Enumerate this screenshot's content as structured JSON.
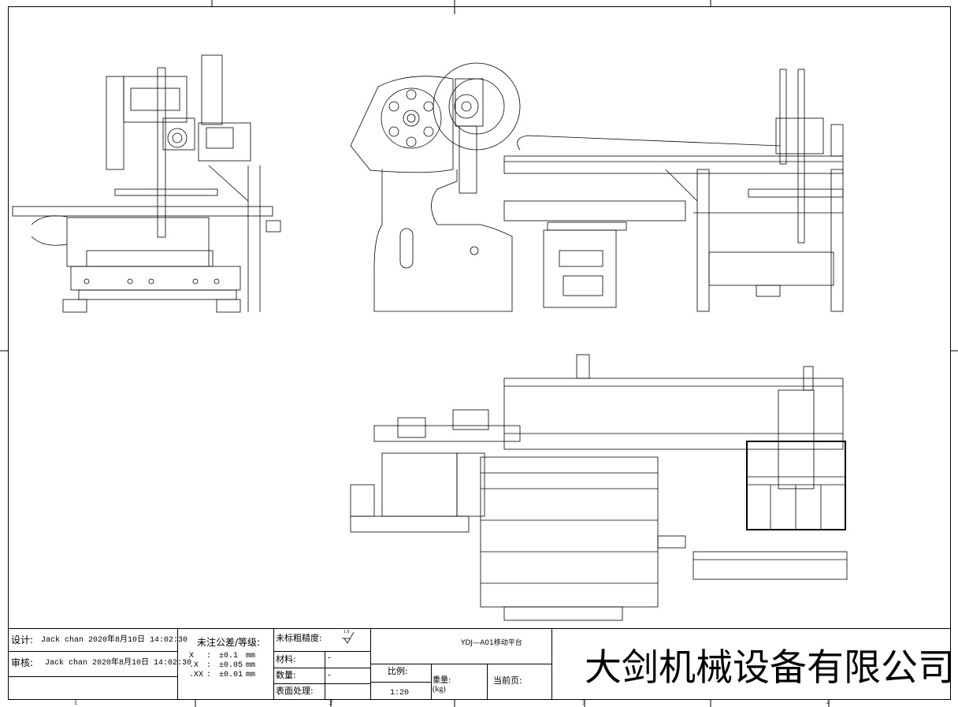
{
  "title_block": {
    "designer_label": "设计:",
    "designer_value": "Jack chan 2020年8月10日 14:02:30",
    "reviewer_label": "审核:",
    "reviewer_value": "Jack chan 2020年8月10日 14:02:30",
    "tolerance_title": "未注公差/等级:",
    "tolerances": [
      {
        "fmt": "X",
        "sep": ":",
        "val": "±0.1",
        "unit": "mm"
      },
      {
        "fmt": ".X",
        "sep": ":",
        "val": "±0.05",
        "unit": "mm"
      },
      {
        "fmt": ".XX",
        "sep": ":",
        "val": "±0.01",
        "unit": "mm"
      }
    ],
    "roughness_label": "未标粗糙度:",
    "roughness_value": "1.6",
    "material_label": "材料:",
    "material_value": "-",
    "quantity_label": "数量:",
    "quantity_value": "-",
    "surface_label": "表面处理:",
    "drawing_title": "YDJ—A01移动平台",
    "scale_label": "比例:",
    "scale_value": "1:20",
    "weight_label": "重量:",
    "weight_unit": "(kg)",
    "page_label": "当前页:",
    "company": "大剑机械设备有限公司"
  },
  "zones": [
    "1",
    "2",
    "3",
    "4"
  ]
}
